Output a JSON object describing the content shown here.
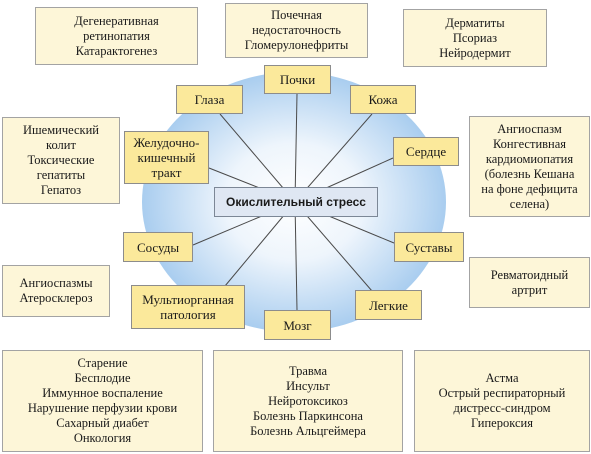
{
  "center": {
    "label": "Окислительный стресс"
  },
  "organs": [
    {
      "id": "kidneys",
      "label": "Почки"
    },
    {
      "id": "eyes",
      "label": "Глаза"
    },
    {
      "id": "skin",
      "label": "Кожа"
    },
    {
      "id": "gi-tract",
      "label": "Желудочно-\nкишечный\nтракт"
    },
    {
      "id": "heart",
      "label": "Сердце"
    },
    {
      "id": "vessels",
      "label": "Сосуды"
    },
    {
      "id": "joints",
      "label": "Суставы"
    },
    {
      "id": "multiorgan",
      "label": "Мультиорганная\nпатология"
    },
    {
      "id": "lungs",
      "label": "Легкие"
    },
    {
      "id": "brain",
      "label": "Мозг"
    }
  ],
  "diseases": [
    {
      "id": "eye-diseases",
      "text": "Дегенеративная\nретинопатия\nКатарактогенез"
    },
    {
      "id": "kidney-diseases",
      "text": "Почечная\nнедостаточность\nГломерулонефриты"
    },
    {
      "id": "skin-diseases",
      "text": "Дерматиты\nПсориаз\nНейродермит"
    },
    {
      "id": "gi-diseases",
      "text": "Ишемический\nколит\nТоксические\nгепатиты\nГепатоз"
    },
    {
      "id": "heart-diseases",
      "text": "Ангиоспазм\nКонгестивная\nкардиомиопатия\n(болезнь Кешана\nна фоне дефицита\nселена)"
    },
    {
      "id": "vessel-diseases",
      "text": "Ангиоспазмы\nАтеросклероз"
    },
    {
      "id": "joint-diseases",
      "text": "Ревматоидный\nартрит"
    },
    {
      "id": "multiorgan-diseases",
      "text": "Старение\nБесплодие\nИммунное воспаление\nНарушение перфузии крови\nСахарный диабет\nОнкология"
    },
    {
      "id": "brain-diseases",
      "text": "Травма\nИнсульт\nНейротоксикоз\nБолезнь Паркинсона\nБолезнь Альцгеймера"
    },
    {
      "id": "lung-diseases",
      "text": "Астма\nОстрый респираторный\nдистресс-синдром\nГипероксия"
    }
  ],
  "colors": {
    "outer_fill": "#fdf6d8",
    "organ_fill": "#fbe99b",
    "center_fill": "#dfe7f3",
    "glow": "#a9cdef",
    "line": "#4a4a4a"
  }
}
